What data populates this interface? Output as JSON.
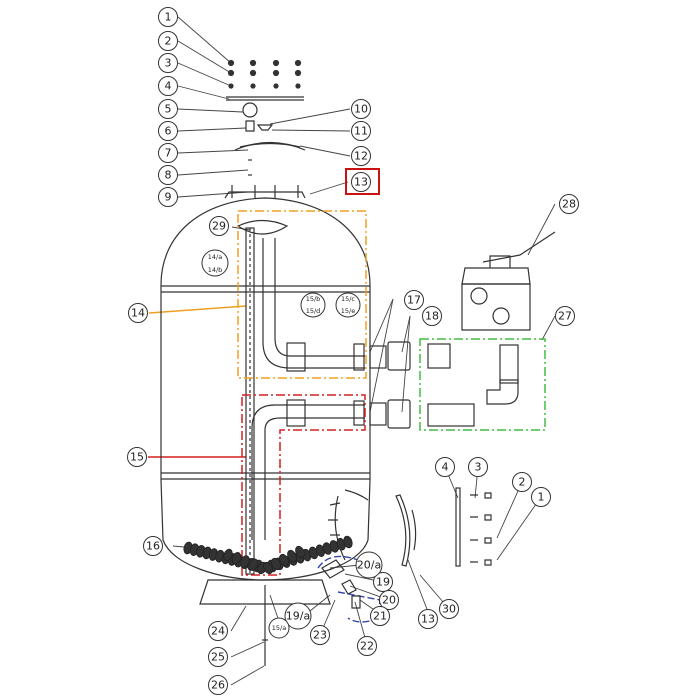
{
  "colors": {
    "orange": "#f0a020",
    "red": "#d42020",
    "green": "#44bb44",
    "blue": "#3344aa",
    "highlight": "#cc1111",
    "line": "#333333"
  },
  "callouts": [
    {
      "id": "c1",
      "label": "1"
    },
    {
      "id": "c2",
      "label": "2"
    },
    {
      "id": "c3",
      "label": "3"
    },
    {
      "id": "c4",
      "label": "4"
    },
    {
      "id": "c5",
      "label": "5"
    },
    {
      "id": "c6",
      "label": "6"
    },
    {
      "id": "c7",
      "label": "7"
    },
    {
      "id": "c8",
      "label": "8"
    },
    {
      "id": "c9",
      "label": "9"
    },
    {
      "id": "c10",
      "label": "10"
    },
    {
      "id": "c11",
      "label": "11"
    },
    {
      "id": "c12",
      "label": "12"
    },
    {
      "id": "c13",
      "label": "13"
    },
    {
      "id": "c14",
      "label": "14"
    },
    {
      "id": "c15",
      "label": "15"
    },
    {
      "id": "c16",
      "label": "16"
    },
    {
      "id": "c17",
      "label": "17"
    },
    {
      "id": "c18",
      "label": "18"
    },
    {
      "id": "c19",
      "label": "19"
    },
    {
      "id": "c20",
      "label": "20"
    },
    {
      "id": "c21",
      "label": "21"
    },
    {
      "id": "c22",
      "label": "22"
    },
    {
      "id": "c23",
      "label": "23"
    },
    {
      "id": "c24",
      "label": "24"
    },
    {
      "id": "c25",
      "label": "25"
    },
    {
      "id": "c26",
      "label": "26"
    },
    {
      "id": "c27",
      "label": "27"
    },
    {
      "id": "c28",
      "label": "28"
    },
    {
      "id": "c29",
      "label": "29"
    },
    {
      "id": "c30",
      "label": "30"
    },
    {
      "id": "c13b",
      "label": "13"
    },
    {
      "id": "c4b",
      "label": "4"
    },
    {
      "id": "c3b",
      "label": "3"
    },
    {
      "id": "c2b",
      "label": "2"
    },
    {
      "id": "c1b",
      "label": "1"
    },
    {
      "id": "c19a",
      "label": "19/a"
    },
    {
      "id": "c20a",
      "label": "20/a"
    }
  ],
  "small_labels": [
    {
      "id": "s14a",
      "label": "14/a"
    },
    {
      "id": "s14b",
      "label": "14/b"
    },
    {
      "id": "s15b",
      "label": "15/b"
    },
    {
      "id": "s15d",
      "label": "15/d"
    },
    {
      "id": "s15c",
      "label": "15/c"
    },
    {
      "id": "s15e",
      "label": "15/e"
    },
    {
      "id": "s15a",
      "label": "15/a"
    }
  ]
}
